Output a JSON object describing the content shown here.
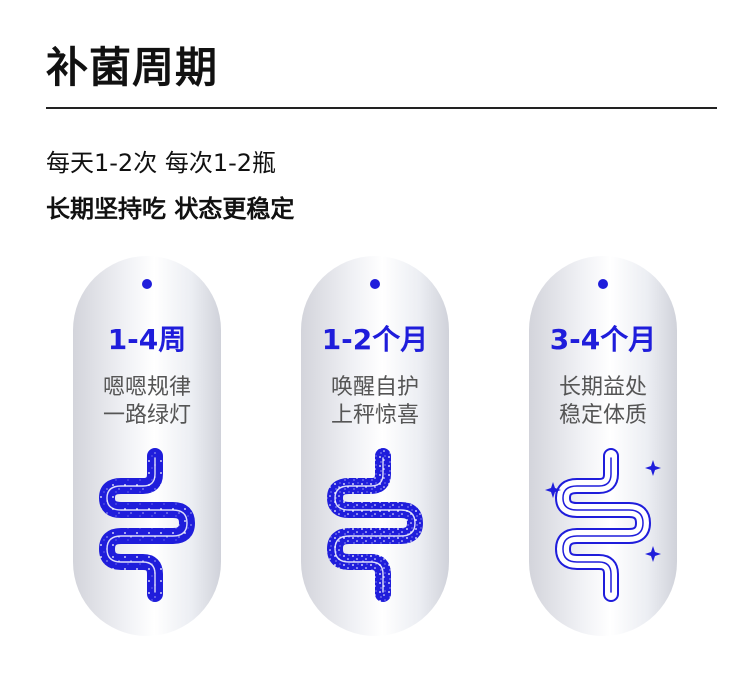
{
  "title": "补菌周期",
  "subtitle1": "每天1-2次 每次1-2瓶",
  "subtitle2": "长期坚持吃 状态更稳定",
  "colors": {
    "accent": "#1f1ddb",
    "text": "#111111",
    "muted": "#555555"
  },
  "cards": [
    {
      "period": "1-4周",
      "desc": [
        "嗯嗯规律",
        "一路绿灯"
      ],
      "icon": "intestine-filled-icon"
    },
    {
      "period": "1-2个月",
      "desc": [
        "唤醒自护",
        "上秤惊喜"
      ],
      "icon": "intestine-filled-icon"
    },
    {
      "period": "3-4个月",
      "desc": [
        "长期益处",
        "稳定体质"
      ],
      "icon": "intestine-outline-icon"
    }
  ]
}
